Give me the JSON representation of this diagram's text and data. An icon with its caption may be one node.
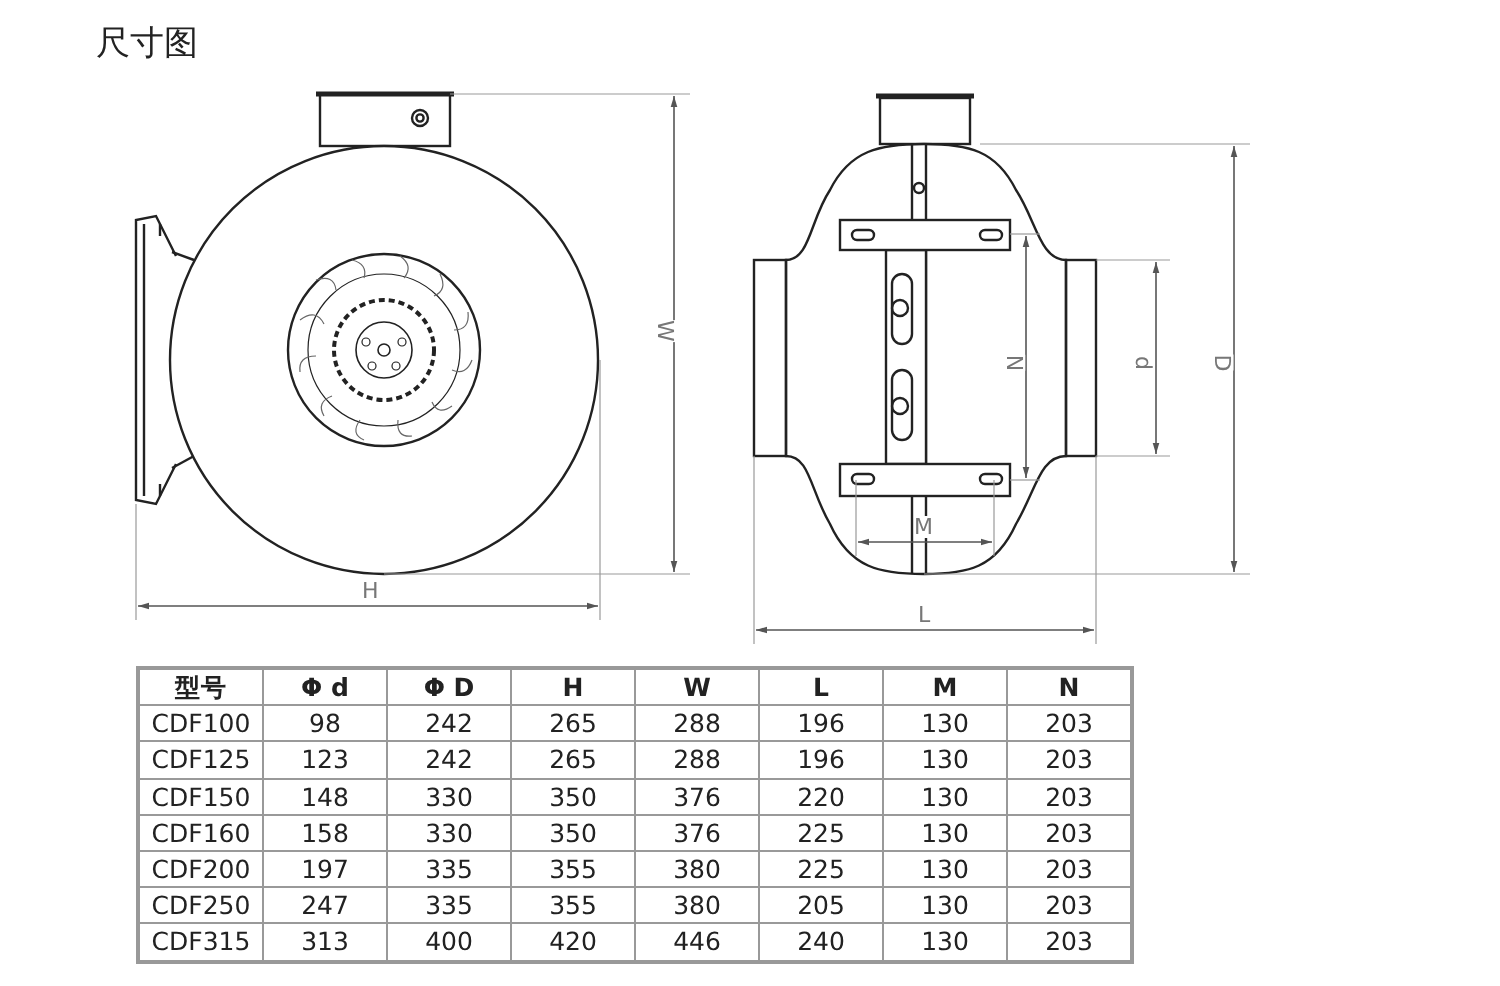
{
  "diagram": {
    "title": "尺寸图",
    "labels": [
      "H",
      "W",
      "N",
      "d",
      "D",
      "M",
      "L",
      "型号",
      "Φ d",
      "Φ D",
      "H",
      "W",
      "L",
      "M",
      "N",
      "CDF100",
      "98",
      "242",
      "265",
      "288",
      "196",
      "130",
      "203",
      "CDF125",
      "123",
      "242",
      "265",
      "288",
      "196",
      "130",
      "203",
      "CDF150",
      "148",
      "330",
      "350",
      "376",
      "220",
      "130",
      "203",
      "CDF160",
      "158",
      "330",
      "350",
      "376",
      "225",
      "130",
      "203",
      "CDF200",
      "197",
      "335",
      "355",
      "380",
      "225",
      "130",
      "203",
      "CDF250",
      "247",
      "335",
      "355",
      "380",
      "205",
      "130",
      "203",
      "CDF315",
      "313",
      "400",
      "420",
      "446",
      "240",
      "130",
      "203"
    ]
  }
}
